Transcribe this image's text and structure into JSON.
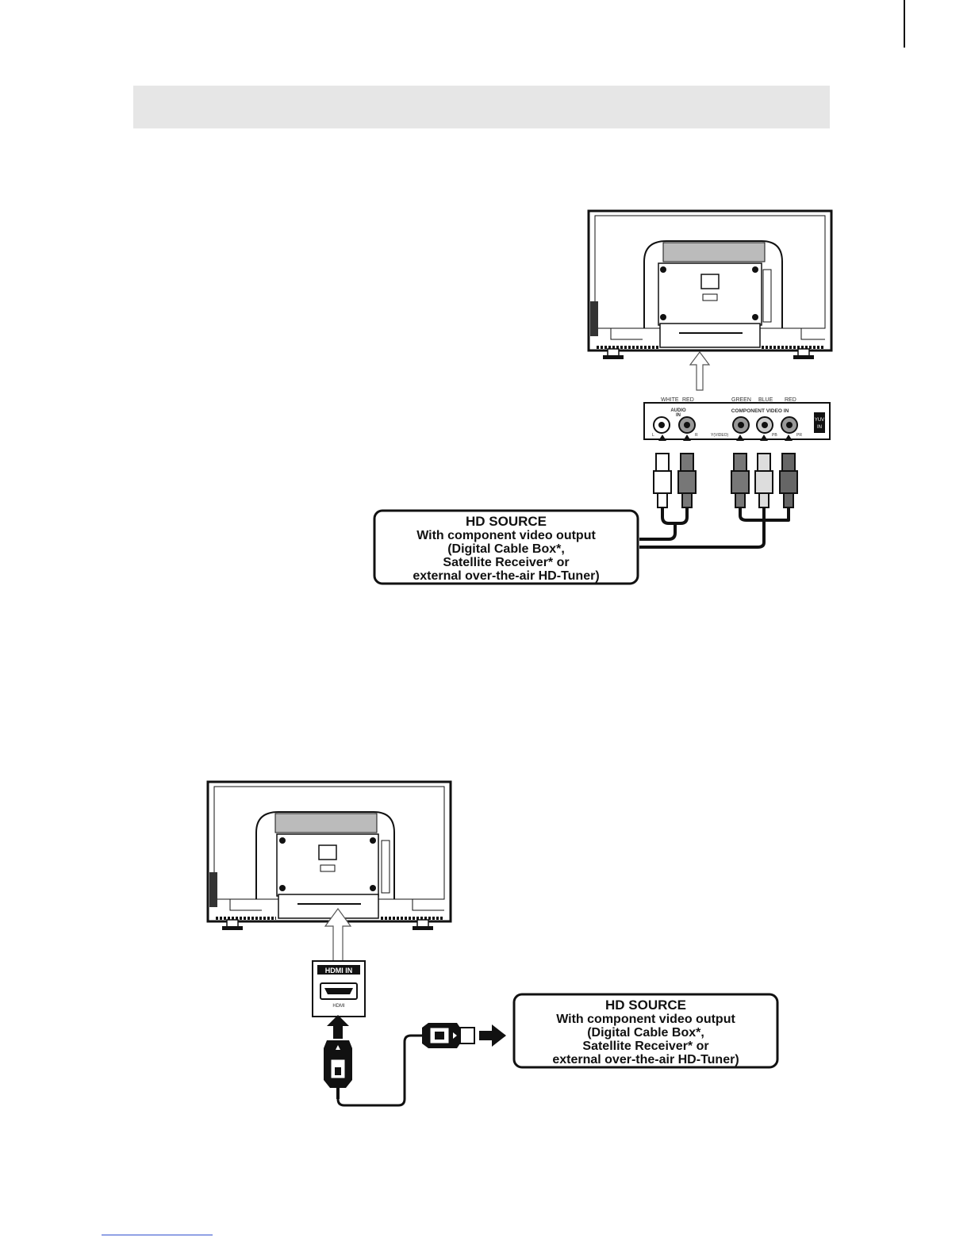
{
  "component_figure": {
    "port_colors": [
      "WHITE",
      "RED",
      "GREEN",
      "BLUE",
      "RED"
    ],
    "audio_label": [
      "AUDIO",
      "IN"
    ],
    "component_label": "COMPONENT VIDEO IN",
    "jack_labels": [
      "L",
      "R",
      "Y(VIDEO)",
      "PB",
      "PR"
    ],
    "yuv_label": [
      "YUV",
      "IN"
    ],
    "source_box": {
      "title": "HD SOURCE",
      "line1": "With component video output",
      "line2": "(Digital Cable Box*,",
      "line3": "Satellite Receiver* or",
      "line4": "external over-the-air HD-Tuner)"
    }
  },
  "hdmi_figure": {
    "port_title": "HDMI IN",
    "port_label": "HDMI",
    "source_box": {
      "title": "HD SOURCE",
      "line1": "With component video output",
      "line2": "(Digital Cable Box*,",
      "line3": "Satellite Receiver* or",
      "line4": "external over-the-air HD-Tuner)"
    }
  }
}
